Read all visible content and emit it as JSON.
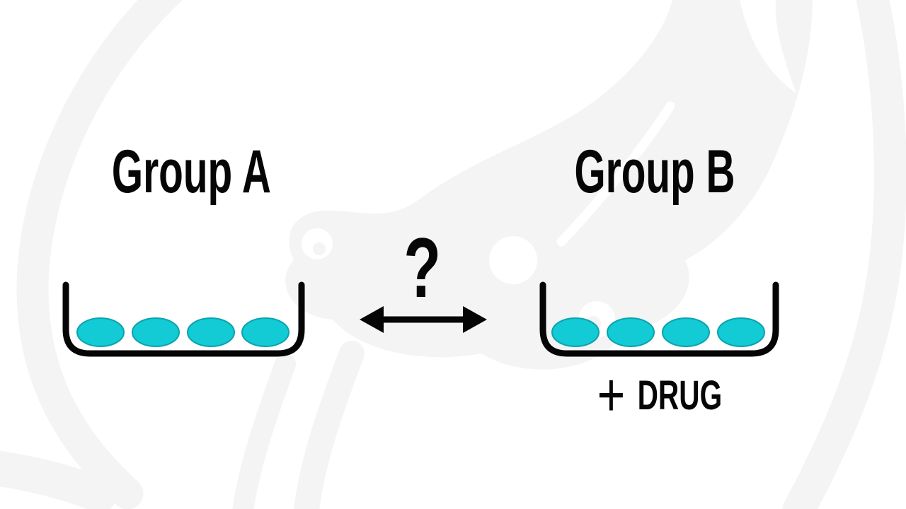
{
  "figure": {
    "type": "experimental-design-diagram",
    "description": "Two dishes of cells compared: control Group A vs Group B treated with a drug",
    "background_color": "#ffffff",
    "watermark": {
      "name": "squid-silhouette-watermark",
      "color": "#f4f4f4"
    }
  },
  "colors": {
    "text": "#060606",
    "dish_outline": "#050505",
    "cell_fill": "#12cbd4",
    "cell_outline": "#0aa3ae",
    "arrow": "#050505"
  },
  "group_a": {
    "label": "Group A",
    "cell_count": 4
  },
  "group_b": {
    "label": "Group B",
    "cell_count": 4,
    "caption_plus": "+",
    "caption_drug": "DRUG"
  },
  "comparison": {
    "question_mark": "?"
  }
}
